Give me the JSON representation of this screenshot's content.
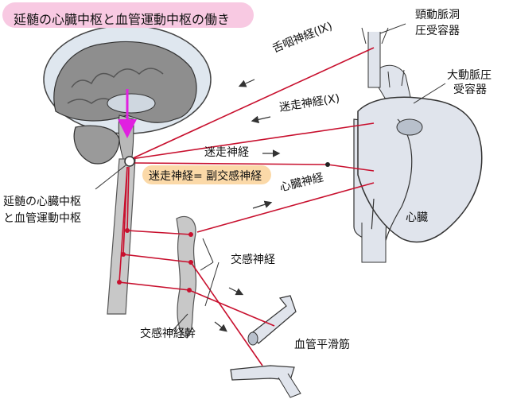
{
  "title": "延髄の心臓中枢と血管運動中枢の働き",
  "labels": {
    "carotid_1": "頸動脈洞",
    "carotid_2": "圧受容器",
    "aortic_1": "大動脈圧",
    "aortic_2": "受容器",
    "glossopharyngeal": "舌咽神経(Ⅸ)",
    "vagus_afferent": "迷走神経(Ⅹ)",
    "vagus_efferent": "迷走神経",
    "vagus_note": "迷走神経= 副交感神経",
    "cardiac_nerve": "心臓神経",
    "heart": "心臓",
    "medulla_1": "延髄の心臓中枢",
    "medulla_2": "と血管運動中枢",
    "sympathetic_nerve": "交感神経",
    "sympathetic_trunk": "交感神経幹",
    "smooth_muscle": "血管平滑筋"
  },
  "colors": {
    "title_bg": "#f8c9e2",
    "nerve": "#c8102e",
    "pathway_arrow": "#e020e0",
    "vessel": "#e0e4ec",
    "vessel_stroke": "#333333",
    "note_bg": "#fbd9a8"
  }
}
